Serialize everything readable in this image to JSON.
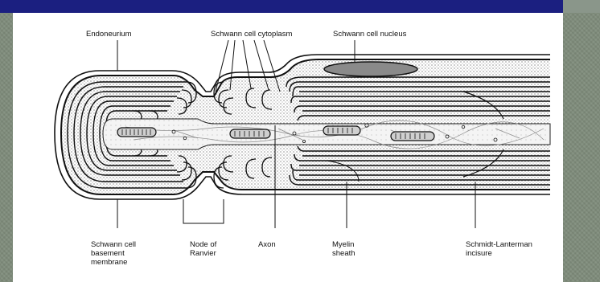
{
  "labels": {
    "endoneurium": "Endoneurium",
    "schwann_cytoplasm": "Schwann cell cytoplasm",
    "schwann_nucleus": "Schwann cell nucleus",
    "basement_membrane": "Schwann cell\nbasement\nmembrane",
    "node_of_ranvier": "Node of\nRanvier",
    "axon": "Axon",
    "myelin_sheath": "Myelin\nsheath",
    "schmidt_lanterman": "Schmidt-Lanterman\nincisure"
  },
  "colors": {
    "title_bar": "#1b1f80",
    "background": "#7f8c7b",
    "figure_bg": "#ffffff",
    "ink": "#111111"
  }
}
